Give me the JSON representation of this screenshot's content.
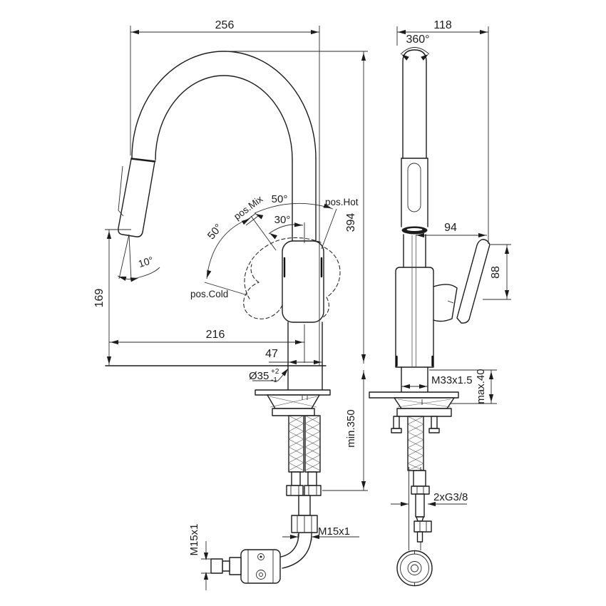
{
  "drawing": {
    "front_view": {
      "dim_spout_reach": "256",
      "dim_height": "394",
      "dim_spray_height": "169",
      "dim_reach_to_axis": "216",
      "dim_body_width": "47",
      "dim_hole_diameter": "Ø35",
      "tol_plus": "+2",
      "tol_minus": "-1",
      "angle_spray": "10°",
      "angle_mix": "30°",
      "angle_hot_range": "50°",
      "angle_cold_range": "50°",
      "label_pos_mix": "pos.Mix",
      "label_pos_hot": "pos.Hot",
      "label_pos_cold": "pos.Cold",
      "dim_min_hose": "min.350",
      "dim_weight_coupling": "M15x1",
      "dim_hose_coupling": "M15x1"
    },
    "side_view": {
      "dim_depth": "118",
      "swivel": "360°",
      "dim_handle_reach": "94",
      "dim_handle_height": "88",
      "dim_thread": "M33x1.5",
      "dim_max_deck": "max.40",
      "dim_supply": "2xG3/8"
    }
  }
}
